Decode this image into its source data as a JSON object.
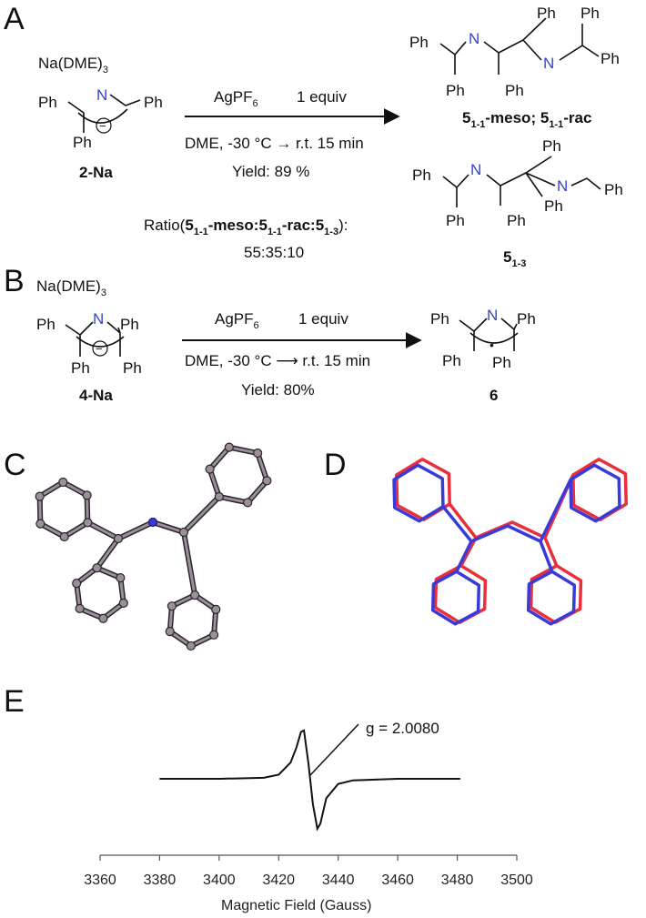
{
  "panels": {
    "A": "A",
    "B": "B",
    "C": "C",
    "D": "D",
    "E": "E"
  },
  "panelA": {
    "counterion": "Na(DME)",
    "counterion_sub": "3",
    "reagent_main": "AgPF",
    "reagent_sub": "6",
    "equiv": "1 equiv",
    "conditions": "DME, -30 °C → r.t. 15 min",
    "yield": "Yield: 89 %",
    "reactant_label": "2-Na",
    "ph": "Ph",
    "n": "N",
    "minus": "−",
    "ratio_prefix": "Ratio(",
    "ratio_5": "5",
    "ratio_sub": "1-1",
    "ratio_meso": "-meso:",
    "ratio_rac": "-rac:",
    "ratio_sub13": "1-3",
    "ratio_suffix": "):",
    "ratio_values": "55:35:10",
    "product1_5": "5",
    "product1_sub": "1-1",
    "product1_meso": "-meso; ",
    "product1_rac": "-rac",
    "product2_5": "5",
    "product2_sub": "1-3"
  },
  "panelB": {
    "counterion": "Na(DME)",
    "counterion_sub": "3",
    "reagent_main": "AgPF",
    "reagent_sub": "6",
    "equiv": "1 equiv",
    "conditions": "DME, -30 °C ⟶ r.t. 15 min",
    "yield": "Yield: 80%",
    "reactant_label": "4-Na",
    "product_label": "6",
    "ph": "Ph",
    "n": "N",
    "minus": "−",
    "radical": "•"
  },
  "panelE": {
    "annotation": "g = 2.0080",
    "xlabel": "Magnetic Field (Gauss)"
  },
  "chart_data": {
    "type": "line",
    "title": "",
    "xlabel": "Magnetic Field (Gauss)",
    "ylabel": "",
    "xlim": [
      3360,
      3500
    ],
    "x_ticks": [
      3360,
      3380,
      3400,
      3420,
      3440,
      3460,
      3480,
      3500
    ],
    "grid": false,
    "annotation": "g = 2.0080",
    "series": [
      {
        "x": [
          3380,
          3400,
          3415,
          3420,
          3424,
          3426,
          3427.5,
          3428.5,
          3430,
          3431.5,
          3433,
          3434,
          3436,
          3440,
          3445,
          3460,
          3481
        ],
        "y": [
          0,
          0,
          0.02,
          0.08,
          0.32,
          0.62,
          0.92,
          0.95,
          0.3,
          -0.5,
          -0.98,
          -0.88,
          -0.38,
          -0.1,
          -0.03,
          0,
          0
        ]
      }
    ]
  },
  "colors": {
    "overlay_red": "#e8303a",
    "overlay_blue": "#3a3ad8",
    "crystal": "#9b9097"
  }
}
